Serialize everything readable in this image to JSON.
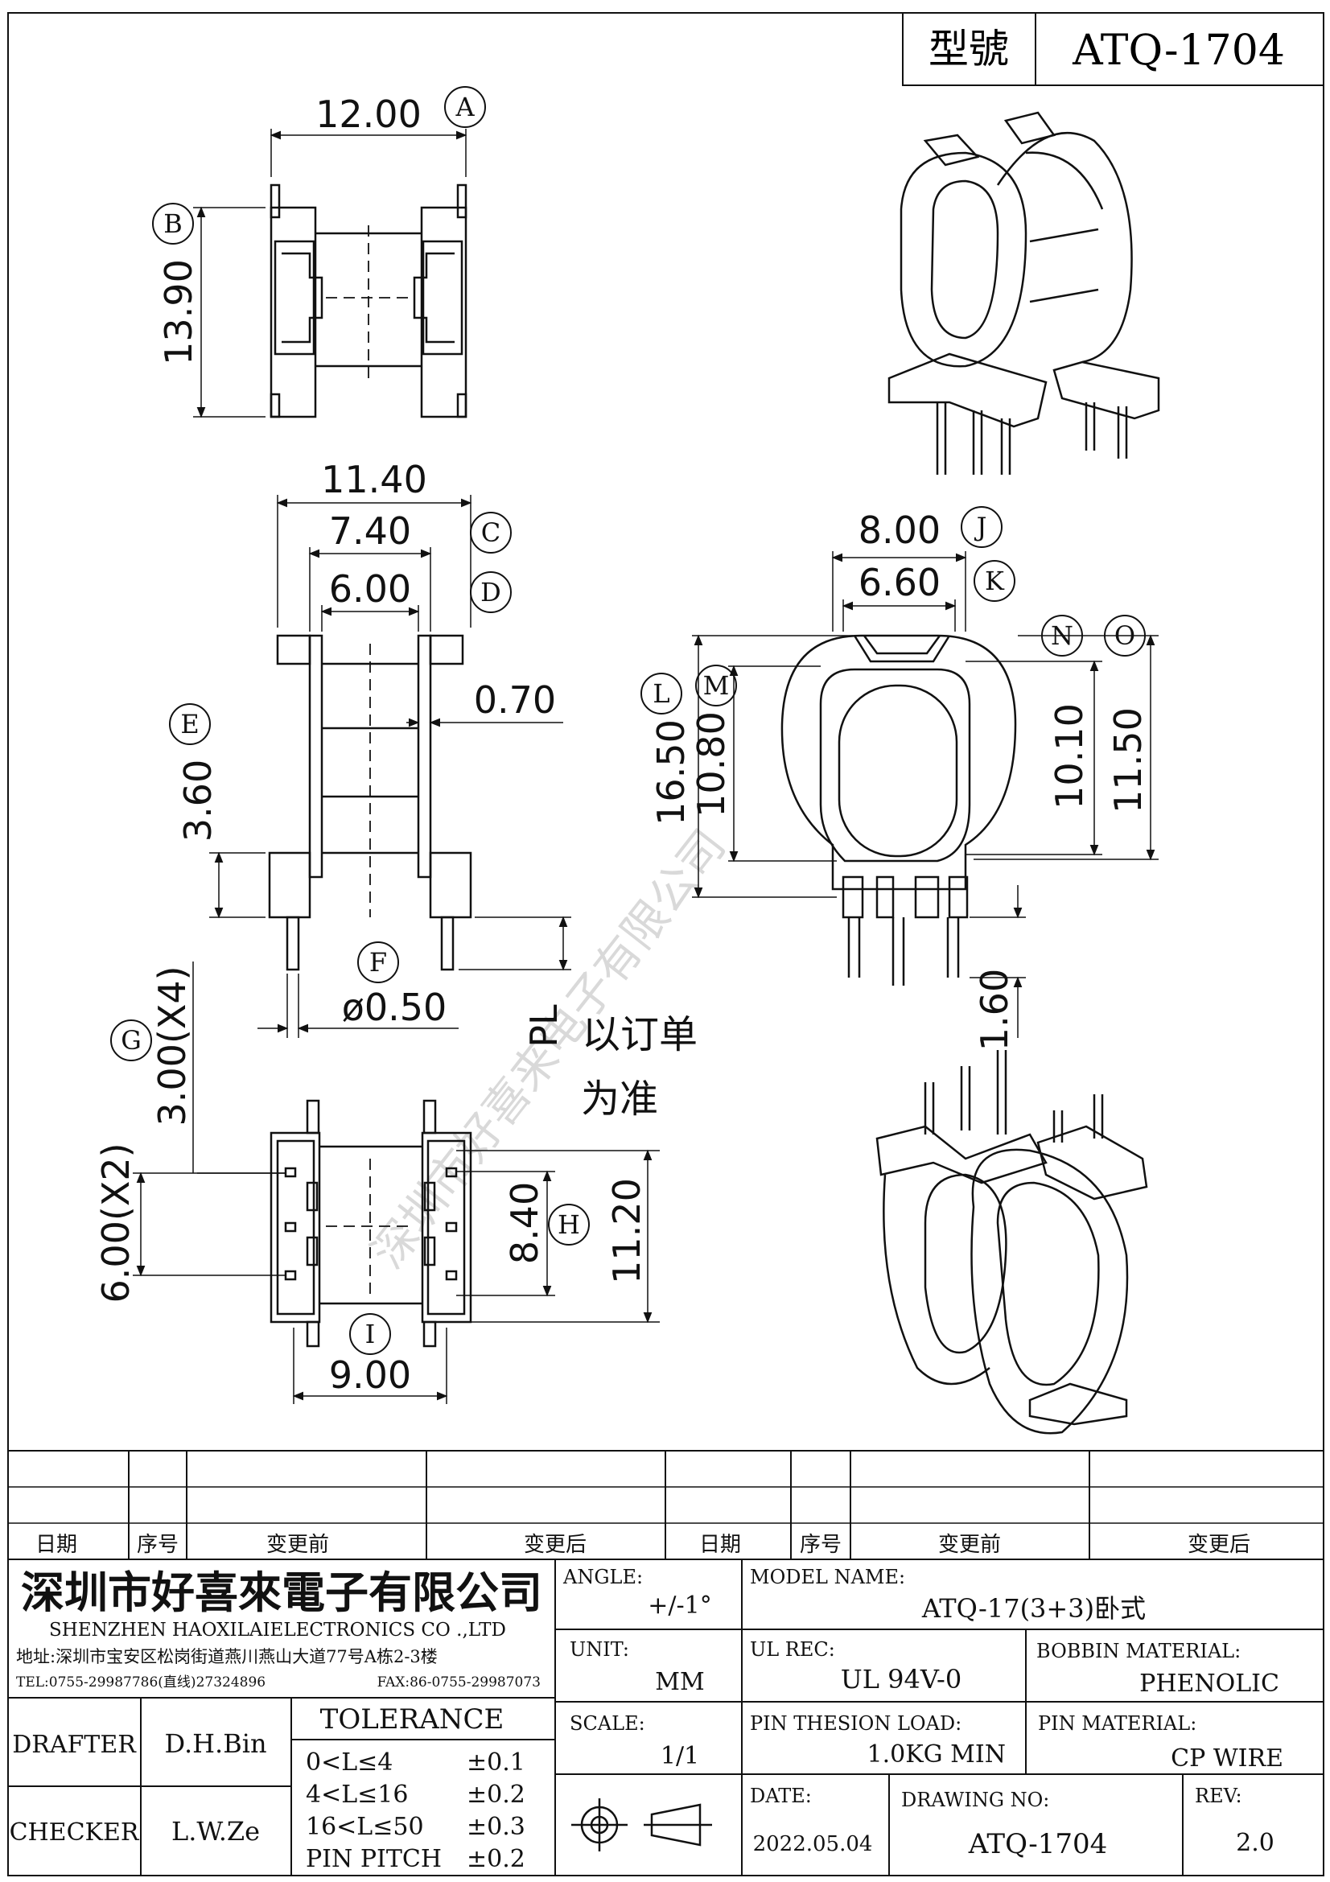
{
  "header": {
    "model_label": "型號",
    "model_value": "ATQ-1704"
  },
  "dims": {
    "A": "12.00",
    "B": "13.90",
    "w1140": "11.40",
    "C": "7.40",
    "D": "6.00",
    "t070": "0.70",
    "E": "3.60",
    "F": "ø0.50",
    "PL": "PL",
    "pl_note_1": "以订单",
    "pl_note_2": "为准",
    "G": "3.00(X4)",
    "six_x2": "6.00(X2)",
    "H": "8.40",
    "h1120": "11.20",
    "I": "9.00",
    "J": "8.00",
    "K": "6.60",
    "L": "16.50",
    "M": "10.80",
    "N": "10.10",
    "O": "11.50",
    "pin160": "1.60"
  },
  "markers": [
    "A",
    "B",
    "C",
    "D",
    "E",
    "F",
    "G",
    "H",
    "I",
    "J",
    "K",
    "L",
    "M",
    "N",
    "O"
  ],
  "revision_table": {
    "headers": [
      "日期",
      "序号",
      "变更前",
      "变更后",
      "日期",
      "序号",
      "变更前",
      "变更后"
    ]
  },
  "company": {
    "name_cn": "深圳市好喜來電子有限公司",
    "name_en": "SHENZHEN HAOXILAIELECTRONICS CO .,LTD",
    "address": "地址:深圳市宝安区松岗街道燕川燕山大道77号A栋2-3楼",
    "tel": "TEL:0755-29987786(直线)27324896",
    "fax": "FAX:86-0755-29987073"
  },
  "title_block": {
    "angle_label": "ANGLE:",
    "angle_value": "+/-1°",
    "model_name_label": "MODEL NAME:",
    "model_name_value": "ATQ-17(3+3)卧式",
    "unit_label": "UNIT:",
    "unit_value": "MM",
    "ul_label": "UL REC:",
    "ul_value": "UL 94V-0",
    "bobbin_label": "BOBBIN MATERIAL:",
    "bobbin_value": "PHENOLIC",
    "scale_label": "SCALE:",
    "scale_value": "1/1",
    "pin_tension_label": "PIN THESION LOAD:",
    "pin_tension_value": "1.0KG MIN",
    "pin_material_label": "PIN MATERIAL:",
    "pin_material_value": "CP  WIRE",
    "date_label": "DATE:",
    "date_value": "2022.05.04",
    "drawing_no_label": "DRAWING NO:",
    "drawing_no_value": "ATQ-1704",
    "rev_label": "REV:",
    "rev_value": "2.0",
    "drafter_label": "DRAFTER",
    "drafter_value": "D.H.Bin",
    "checker_label": "CHECKER",
    "checker_value": "L.W.Ze",
    "tolerance_title": "TOLERANCE",
    "tolerance_rows": [
      {
        "range": "0<L≤4",
        "value": "±0.1"
      },
      {
        "range": "4<L≤16",
        "value": "±0.2"
      },
      {
        "range": "16<L≤50",
        "value": "±0.3"
      },
      {
        "range": "PIN PITCH",
        "value": "±0.2"
      }
    ]
  },
  "watermark": "深圳市好喜来电子有限公司"
}
